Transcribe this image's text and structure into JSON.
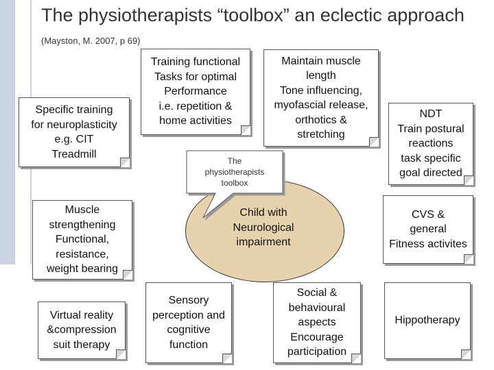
{
  "title": {
    "main": "The physiotherapists “toolbox” an eclectic approach",
    "citation": "(Mayston, M. 2007, p 69)"
  },
  "center": {
    "label": "Child with\nNeurological\nimpairment",
    "callout": "The\nphysiotherapists\ntoolbox"
  },
  "notes": {
    "specific_training": "Specific training\nfor neuroplasticity\ne.g. CIT\nTreadmill",
    "training_functional": "Training functional\nTasks for optimal\nPerformance\ni.e. repetition &\nhome activities",
    "maintain_muscle": "Maintain muscle\nlength\nTone influencing,\nmyofascial release,\northotics &\nstretching",
    "ndt": "NDT\nTrain postural\nreactions\ntask specific\ngoal directed",
    "muscle_strengthening": "Muscle\nstrengthening\nFunctional,\nresistance,\nweight bearing",
    "cvs": "CVS &\ngeneral\nFitness activites",
    "virtual_reality": "Virtual reality\n&compression\nsuit therapy",
    "sensory": "Sensory\nperception and\ncognitive\nfunction",
    "social": "Social &\nbehavioural\naspects\nEncourage\nparticipation",
    "hippotherapy": "Hippotherapy"
  }
}
